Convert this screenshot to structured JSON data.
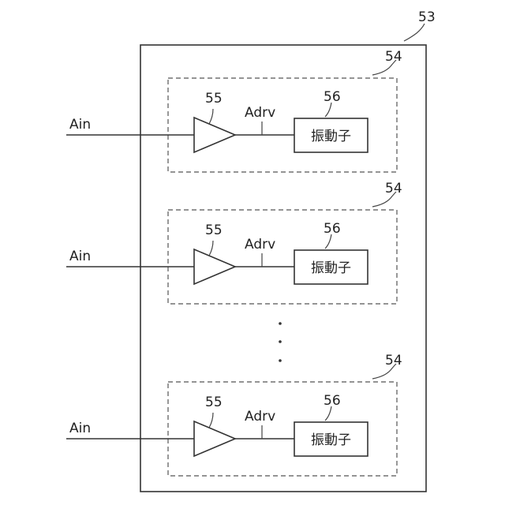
{
  "outer": {
    "ref": "53"
  },
  "channels": [
    {
      "group_ref": "54",
      "amp_ref": "55",
      "element_ref": "56",
      "input_label": "Ain",
      "drive_label": "Adrv",
      "element_label": "振動子"
    },
    {
      "group_ref": "54",
      "amp_ref": "55",
      "element_ref": "56",
      "input_label": "Ain",
      "drive_label": "Adrv",
      "element_label": "振動子"
    },
    {
      "group_ref": "54",
      "amp_ref": "55",
      "element_ref": "56",
      "input_label": "Ain",
      "drive_label": "Adrv",
      "element_label": "振動子"
    }
  ],
  "ellipsis": "⋮"
}
